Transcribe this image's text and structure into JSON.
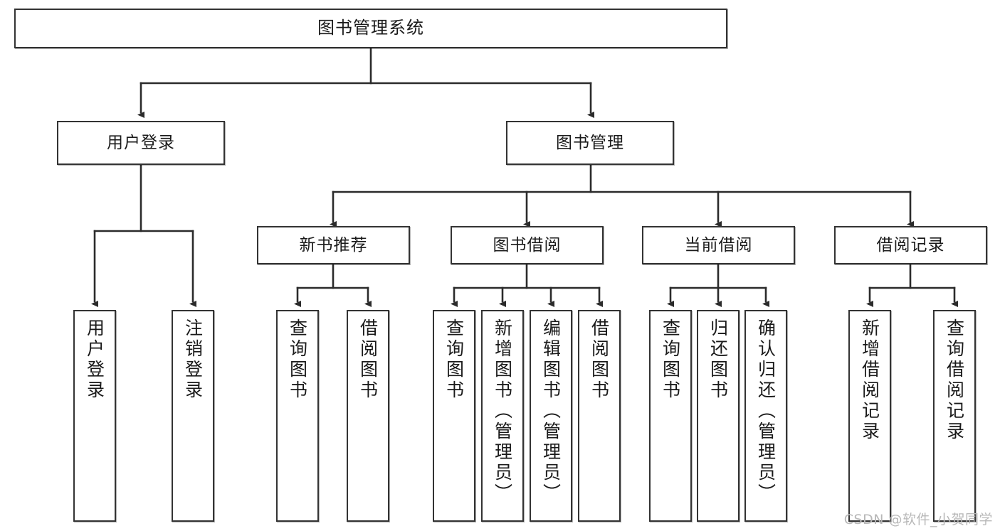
{
  "diagram": {
    "type": "tree",
    "title": "图书管理系统",
    "root": {
      "label": "图书管理系统"
    },
    "level2": [
      {
        "label": "用户登录"
      },
      {
        "label": "图书管理"
      }
    ],
    "level3": [
      {
        "label": "新书推荐"
      },
      {
        "label": "图书借阅"
      },
      {
        "label": "当前借阅"
      },
      {
        "label": "借阅记录"
      }
    ],
    "leaves": {
      "user_login": [
        {
          "label": "用户登录"
        },
        {
          "label": "注销登录"
        }
      ],
      "new_book_recommend": [
        {
          "label": "查询图书"
        },
        {
          "label": "借阅图书"
        }
      ],
      "book_borrow": [
        {
          "label": "查询图书"
        },
        {
          "label": "新增图书（管理员）"
        },
        {
          "label": "编辑图书（管理员）"
        },
        {
          "label": "借阅图书"
        }
      ],
      "current_borrow": [
        {
          "label": "查询图书"
        },
        {
          "label": "归还图书"
        },
        {
          "label": "确认归还（管理员）"
        }
      ],
      "borrow_record": [
        {
          "label": "新增借阅记录"
        },
        {
          "label": "查询借阅记录"
        }
      ]
    }
  },
  "watermark": {
    "text": "CSDN @软件_小贺同学"
  },
  "colors": {
    "border": "#333333",
    "background": "#ffffff",
    "text": "#1a1a1a",
    "connector": "#2b2b2b",
    "watermark": "#b8b8b8"
  }
}
